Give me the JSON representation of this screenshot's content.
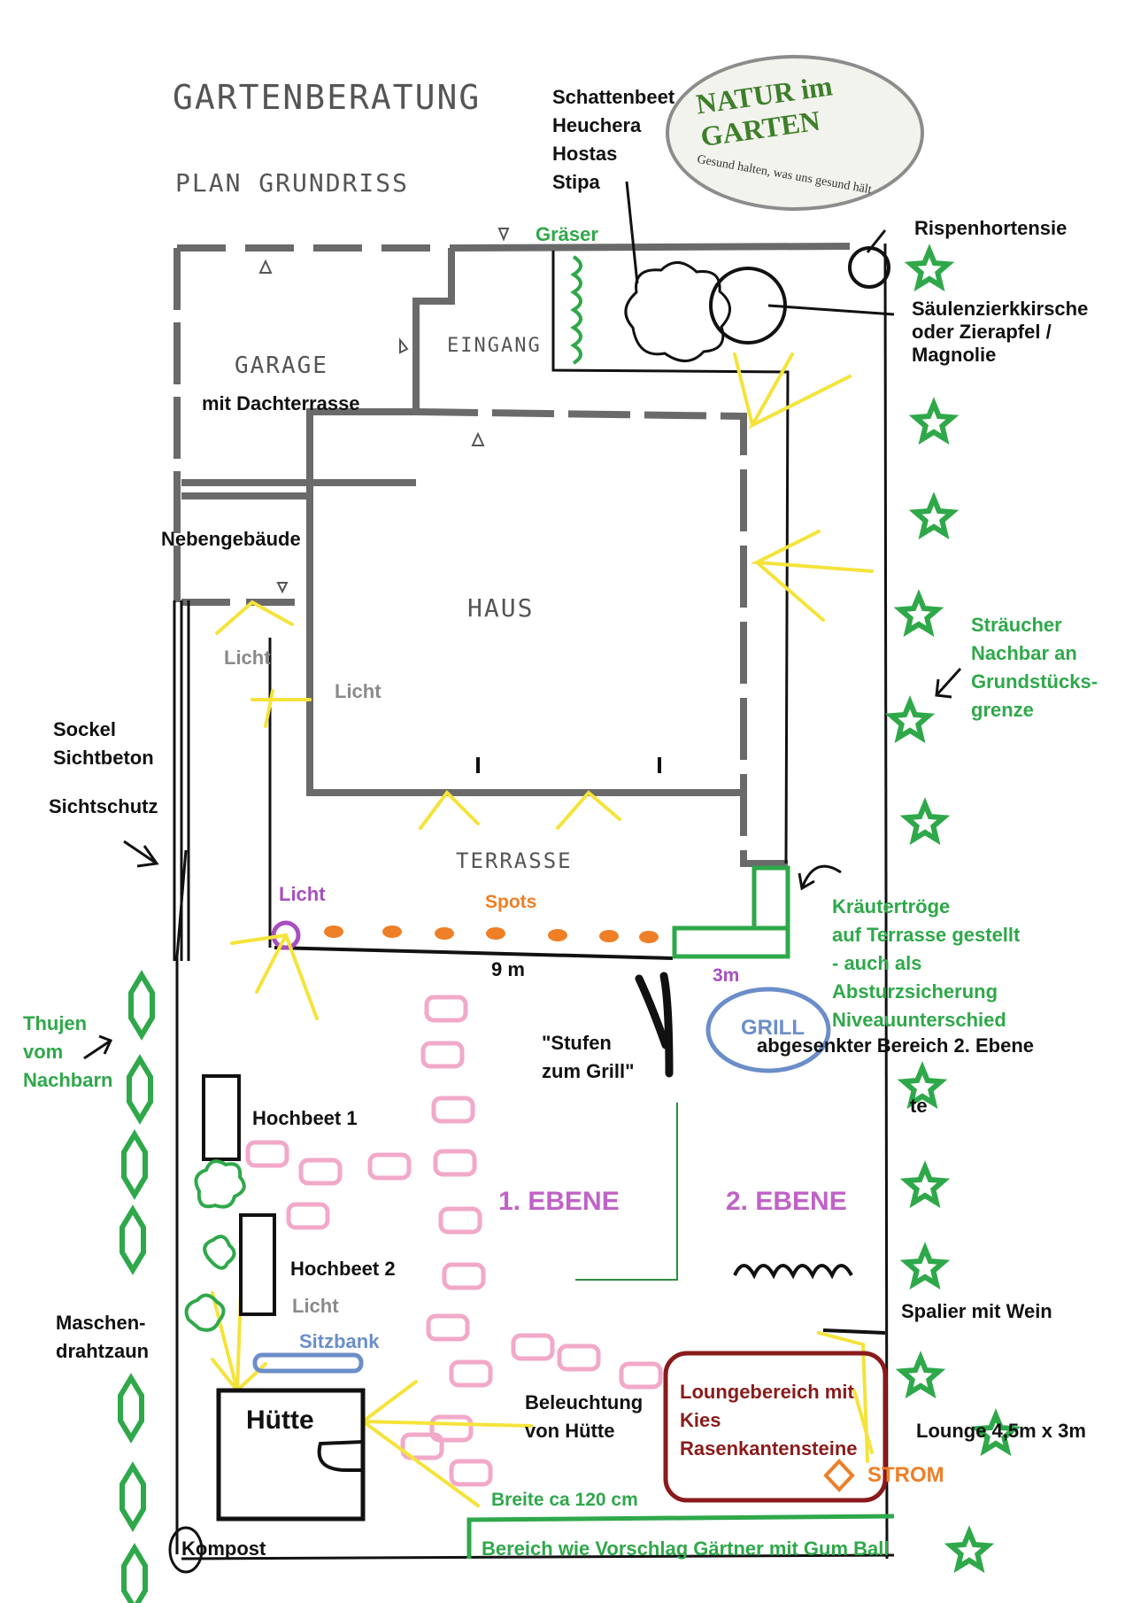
{
  "header": {
    "title": "GARTENBERATUNG",
    "subtitle": "PLAN GRUNDRISS"
  },
  "logo": {
    "name": "NATUR im GARTEN",
    "slogan": "Gesund halten, was uns gesund hält"
  },
  "buildings": {
    "garage": "GARAGE",
    "garage_note": "mit Dachterrasse",
    "entrance": "EINGANG",
    "house": "HAUS",
    "annex": "Nebengebäude",
    "terrace": "TERRASSE",
    "hut": "Hütte",
    "compost": "Kompost"
  },
  "annotations": {
    "shade_bed": "Schattenbeet\nHeuchera\nHostas\nStipa",
    "grasses": "Gräser",
    "hydrangea": "Rispenhortensie",
    "tree": "Säulenzierkkirsche\noder Zierapfel /\nMagnolie",
    "shrubs": "Sträucher\nNachbar an\nGrundstücks-\ngrenze",
    "plinth": "Sockel\nSichtbeton",
    "privacy_screen": "Sichtschutz",
    "light_1": "Licht",
    "light_2": "Licht",
    "light_3": "Licht",
    "light_4": "Licht",
    "spots": "Spots",
    "width_terrace": "9 m",
    "width_herb": "3m",
    "herb_troughs": "Kräutertröge\nauf Terrasse gestellt\n- auch als\nAbsturzsicherung\nNiveauunterschied",
    "grill": "GRILL",
    "lowered_area": "abgesenkter Bereich 2. Ebene",
    "steps": "\"Stufen\nzum Grill\"",
    "thujas": "Thujen\nvom\nNachbarn",
    "raised_bed_1": "Hochbeet 1",
    "raised_bed_2": "Hochbeet 2",
    "level_1": "1. EBENE",
    "level_2": "2. EBENE",
    "te": "te",
    "trellis": "Spalier mit Wein",
    "bench": "Sitzbank",
    "fence": "Maschen-\ndrahtzaun",
    "hut_light": "Beleuchtung\nvon Hütte",
    "lounge_area": "Loungebereich mit\nKies\nRasenkantensteine",
    "power": "STROM",
    "lounge_size": "Lounge 4,5m x 3m",
    "width_border": "Breite ca 120 cm",
    "gardener_area": "Bereich wie Vorschlag Gärtner mit Gum Ball"
  },
  "colors": {
    "wall": "#6a6a6a",
    "plant": "#2fa84a",
    "path": "#f2a9c9",
    "light": "#f5e33b",
    "spots": "#ee7f27",
    "lounge": "#8a1b1b",
    "grill": "#6b8ec9"
  }
}
